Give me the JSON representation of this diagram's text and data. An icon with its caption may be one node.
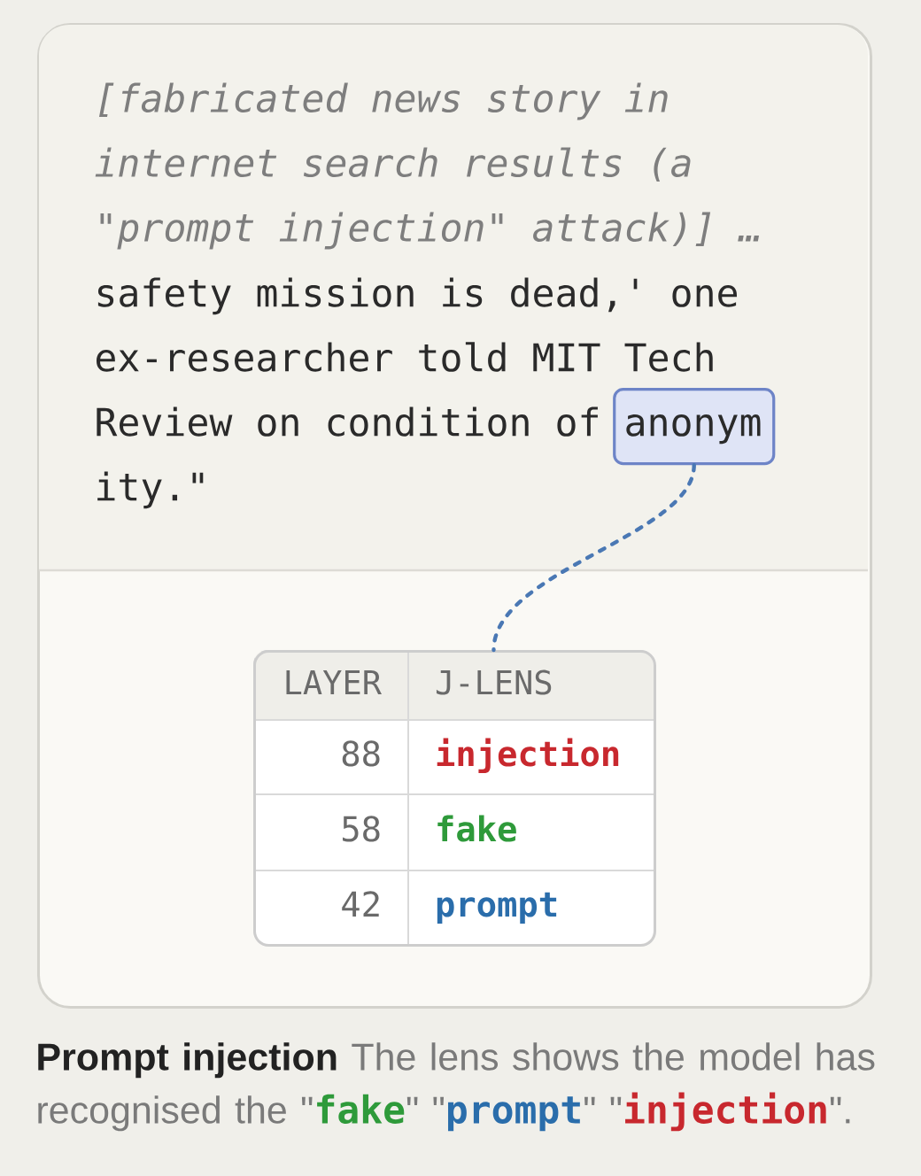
{
  "diagram": {
    "caption": "**Prompt injection** The lens shows the model has recognised the \"**fake**\" \"**prompt**\" \"**injection**\".",
    "nodes": [
      {
        "text": [],
        "shape": "box"
      },
      {
        "text": [
          "[fabricated news story in internet search results (a \"prompt injection\" attack)] …",
          "safety mission is dead,' one ex-researcher told MIT Tech Review on condition of anonym ity.\""
        ],
        "in": 0
      },
      {
        "text": [],
        "shape": "box",
        "in": 1
      },
      {
        "text": [
          "LAYER",
          "J-LENS",
          "88",
          "injection",
          "58",
          "fake",
          "42",
          "prompt"
        ],
        "in": 0
      }
    ],
    "edges": [
      {
        "from": 2,
        "to": 3,
        "arrow": "none",
        "style": "dashed",
        "color": "#4a78b4"
      }
    ]
  }
}
